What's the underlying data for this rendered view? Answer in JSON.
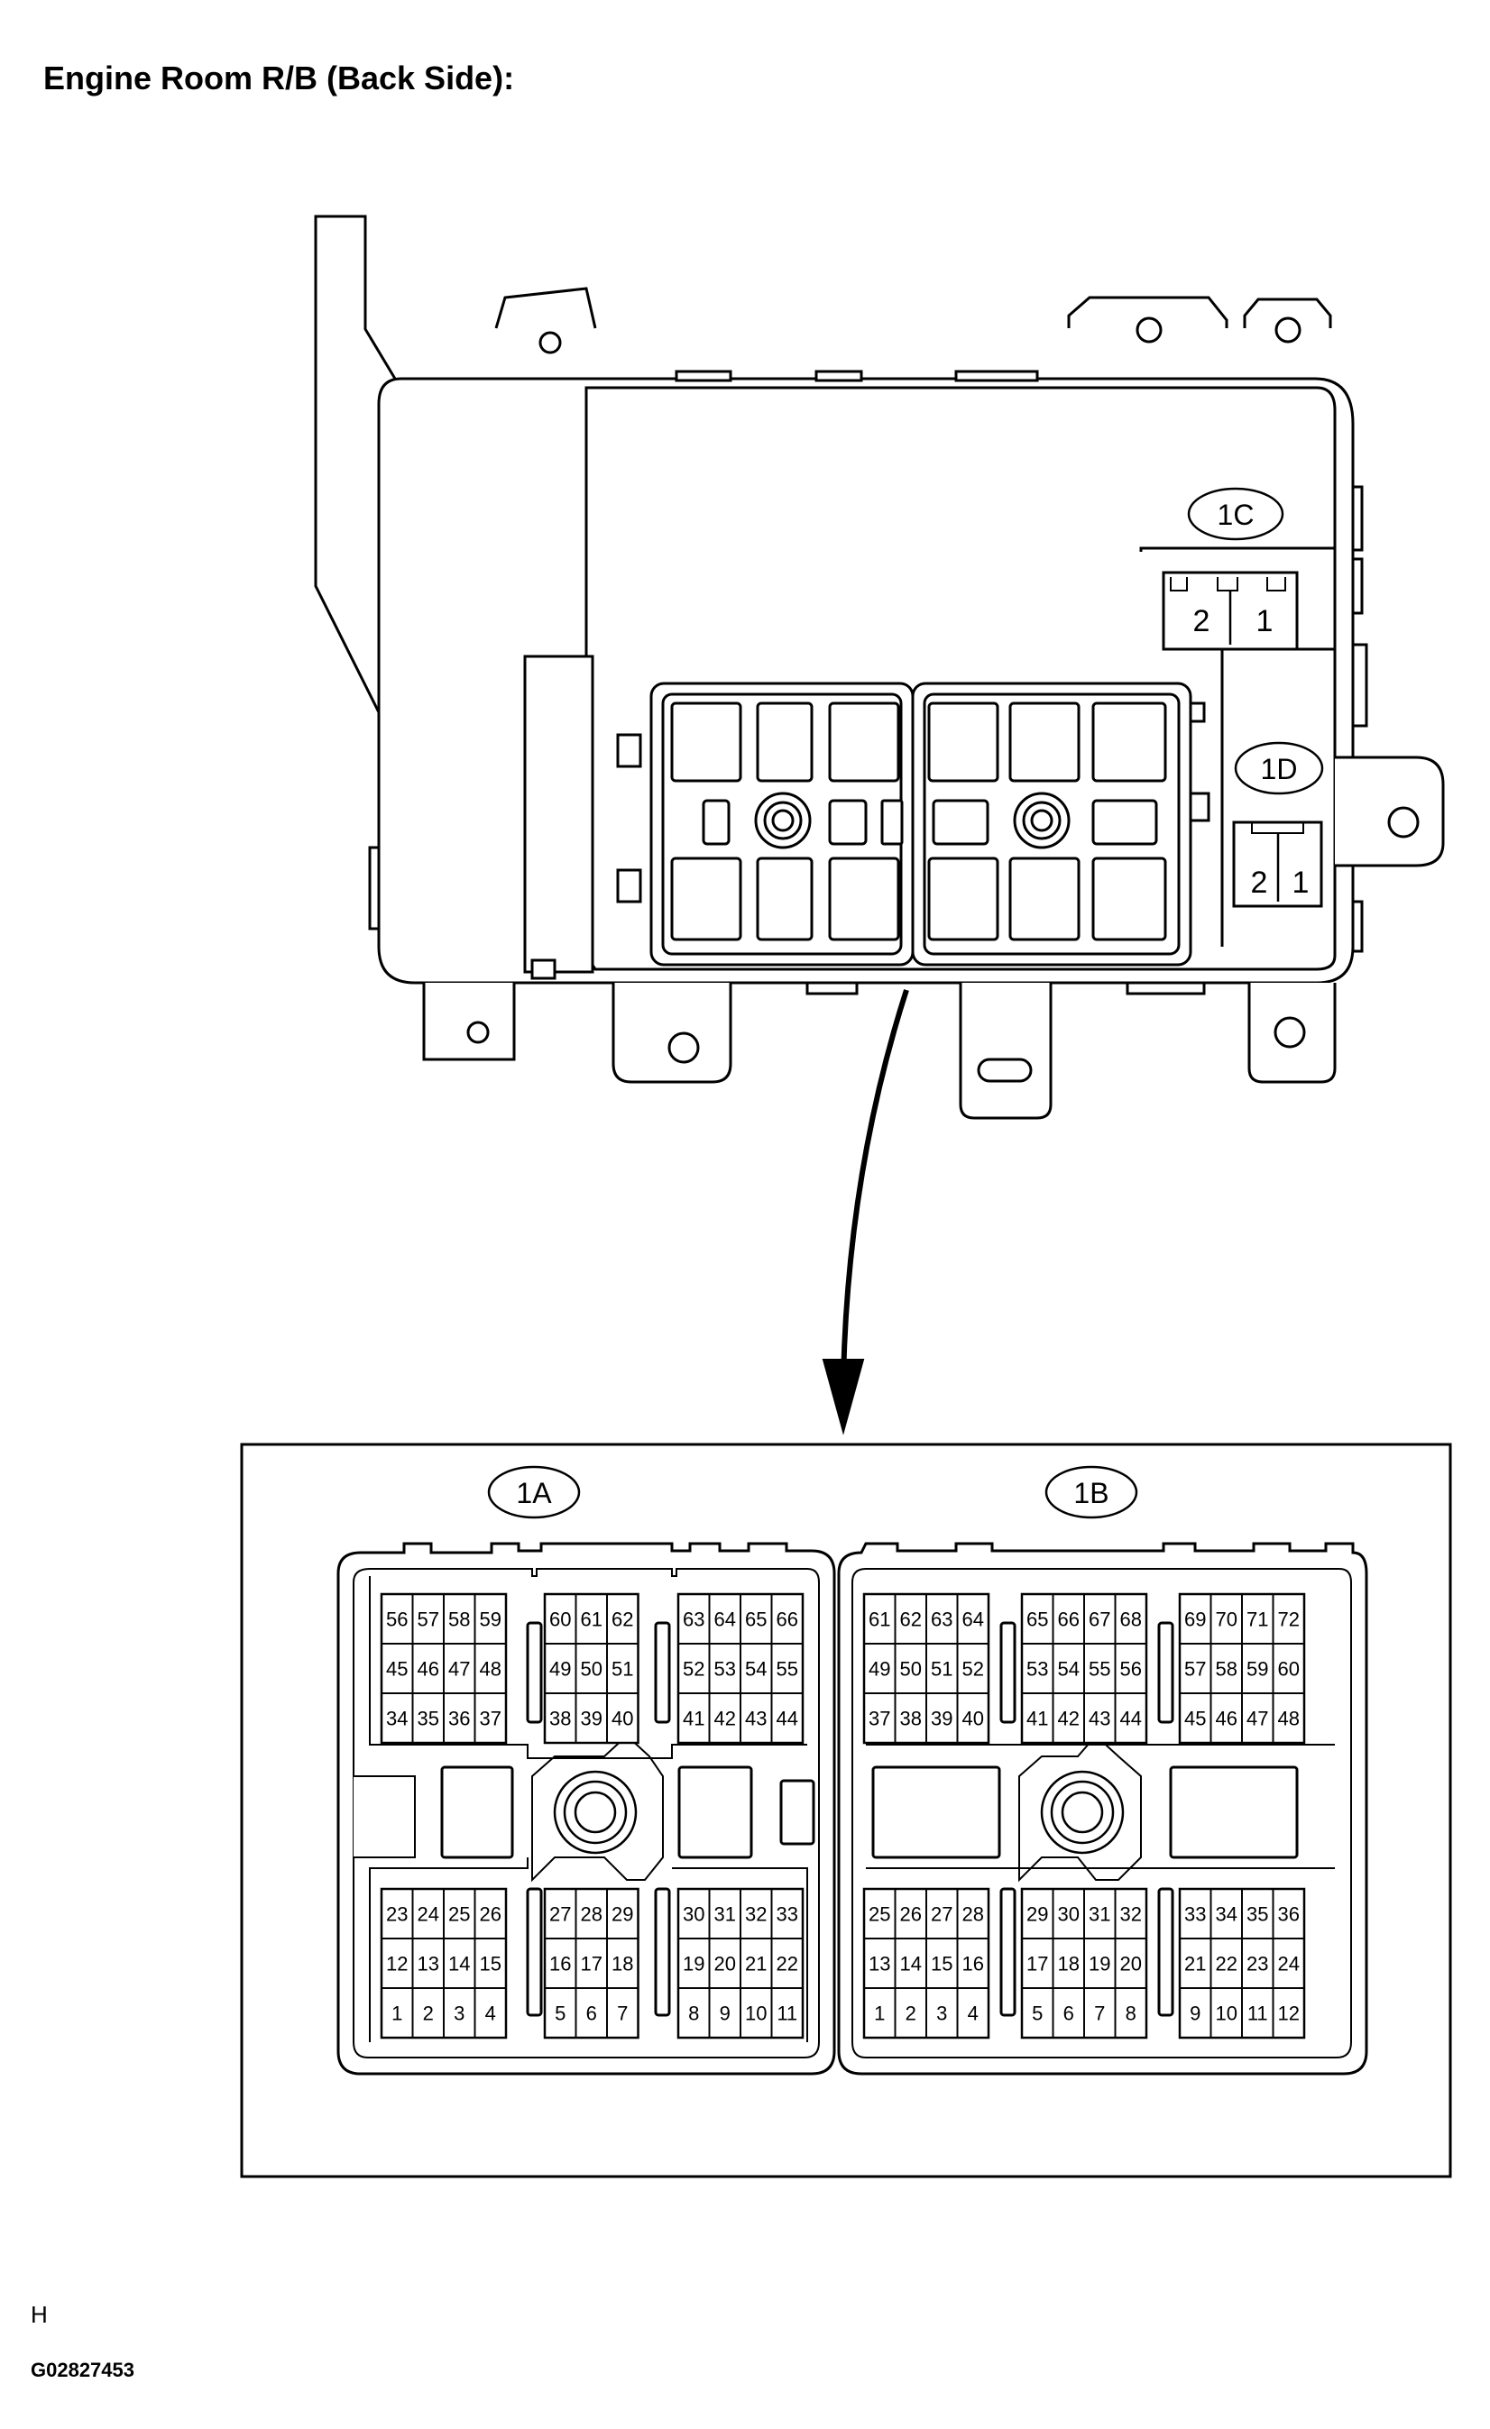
{
  "title": "Engine Room R/B (Back Side):",
  "footer": {
    "line1": "H",
    "line2": "G02827453"
  },
  "connectors": {
    "c1C": {
      "label": "1C",
      "pins": [
        "2",
        "1"
      ]
    },
    "c1D": {
      "label": "1D",
      "pins": [
        "2",
        "1"
      ]
    },
    "c1A": {
      "label": "1A",
      "top_blocks": [
        [
          [
            "56",
            "57",
            "58",
            "59"
          ],
          [
            "45",
            "46",
            "47",
            "48"
          ],
          [
            "34",
            "35",
            "36",
            "37"
          ]
        ],
        [
          [
            "60",
            "61",
            "62"
          ],
          [
            "49",
            "50",
            "51"
          ],
          [
            "38",
            "39",
            "40"
          ]
        ],
        [
          [
            "63",
            "64",
            "65",
            "66"
          ],
          [
            "52",
            "53",
            "54",
            "55"
          ],
          [
            "41",
            "42",
            "43",
            "44"
          ]
        ]
      ],
      "bottom_blocks": [
        [
          [
            "23",
            "24",
            "25",
            "26"
          ],
          [
            "12",
            "13",
            "14",
            "15"
          ],
          [
            "1",
            "2",
            "3",
            "4"
          ]
        ],
        [
          [
            "27",
            "28",
            "29"
          ],
          [
            "16",
            "17",
            "18"
          ],
          [
            "5",
            "6",
            "7"
          ]
        ],
        [
          [
            "30",
            "31",
            "32",
            "33"
          ],
          [
            "19",
            "20",
            "21",
            "22"
          ],
          [
            "8",
            "9",
            "10",
            "11"
          ]
        ]
      ]
    },
    "c1B": {
      "label": "1B",
      "top_blocks": [
        [
          [
            "61",
            "62",
            "63",
            "64"
          ],
          [
            "49",
            "50",
            "51",
            "52"
          ],
          [
            "37",
            "38",
            "39",
            "40"
          ]
        ],
        [
          [
            "65",
            "66",
            "67",
            "68"
          ],
          [
            "53",
            "54",
            "55",
            "56"
          ],
          [
            "41",
            "42",
            "43",
            "44"
          ]
        ],
        [
          [
            "69",
            "70",
            "71",
            "72"
          ],
          [
            "57",
            "58",
            "59",
            "60"
          ],
          [
            "45",
            "46",
            "47",
            "48"
          ]
        ]
      ],
      "bottom_blocks": [
        [
          [
            "25",
            "26",
            "27",
            "28"
          ],
          [
            "13",
            "14",
            "15",
            "16"
          ],
          [
            "1",
            "2",
            "3",
            "4"
          ]
        ],
        [
          [
            "29",
            "30",
            "31",
            "32"
          ],
          [
            "17",
            "18",
            "19",
            "20"
          ],
          [
            "5",
            "6",
            "7",
            "8"
          ]
        ],
        [
          [
            "33",
            "34",
            "35",
            "36"
          ],
          [
            "21",
            "22",
            "23",
            "24"
          ],
          [
            "9",
            "10",
            "11",
            "12"
          ]
        ]
      ]
    }
  }
}
